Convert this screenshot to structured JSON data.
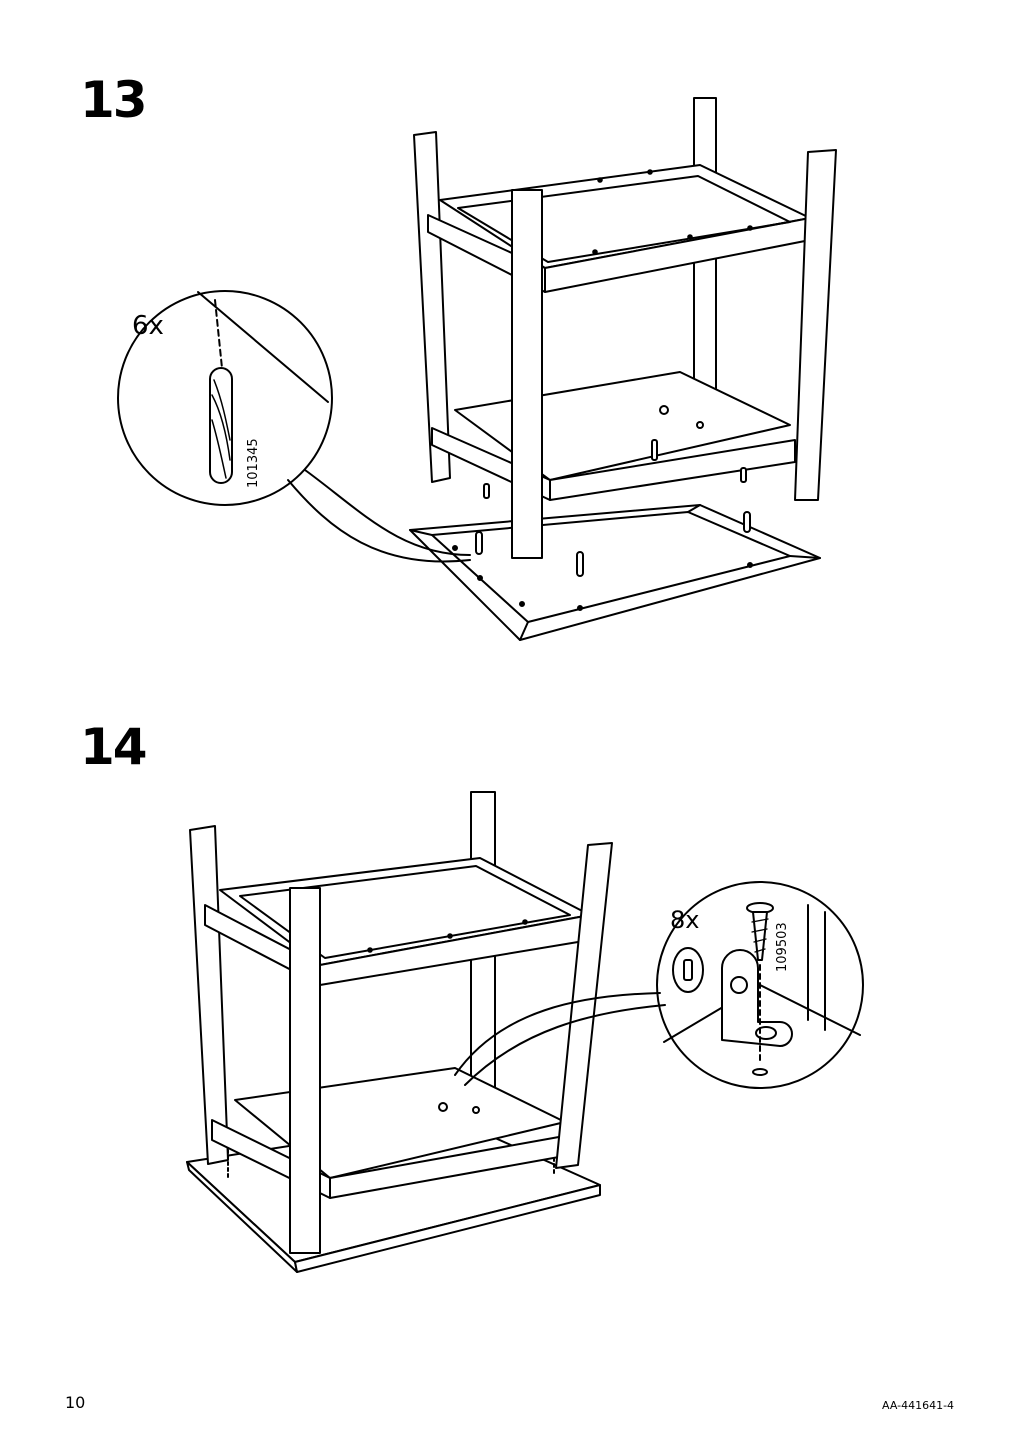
{
  "steps": [
    {
      "number": "13",
      "callout": {
        "quantity": "6x",
        "part_number": "101345",
        "part_icon": "wooden-dowel-icon"
      }
    },
    {
      "number": "14",
      "callout": {
        "quantity": "8x",
        "part_number": "109503",
        "part_icon": "screw-icon",
        "extra_icon": "l-bracket-icon"
      }
    }
  ],
  "footer": {
    "page_number": "10",
    "document_code": "AA-441641-4"
  }
}
